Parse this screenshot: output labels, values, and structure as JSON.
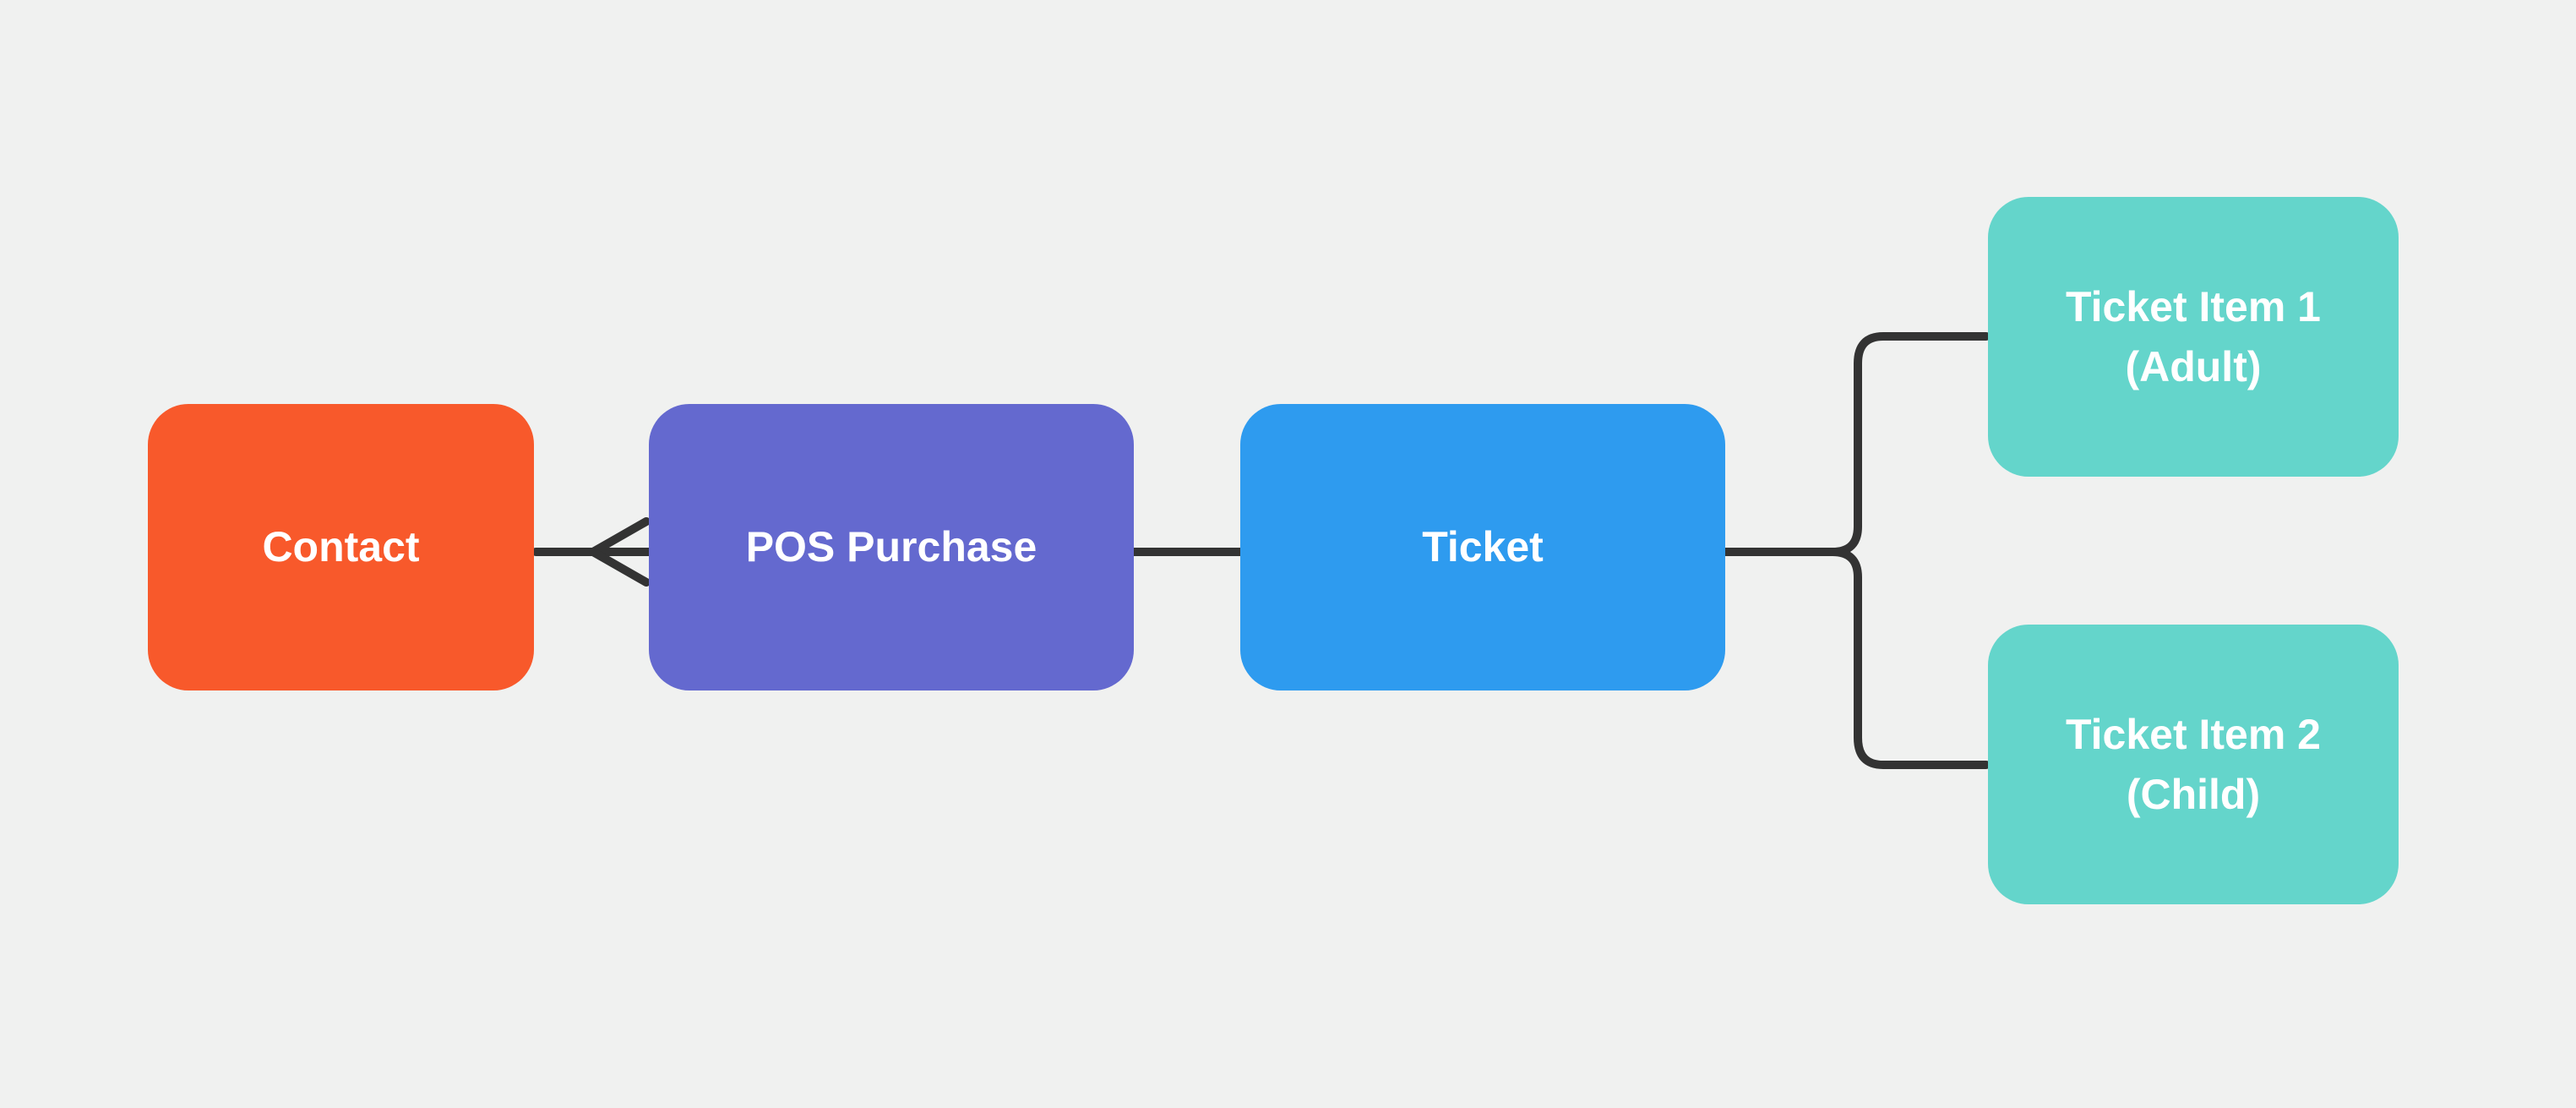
{
  "canvas": {
    "background_color": "#F0F1F0",
    "connector_color": "#333333",
    "text_color": "#FFFFFF"
  },
  "nodes": [
    {
      "id": "contact",
      "label_lines": [
        "Contact"
      ],
      "color": "#F8592B"
    },
    {
      "id": "pos-purchase",
      "label_lines": [
        "POS Purchase"
      ],
      "color": "#6469CF"
    },
    {
      "id": "ticket",
      "label_lines": [
        "Ticket"
      ],
      "color": "#2E9BEF"
    },
    {
      "id": "ticket-item-1",
      "label_lines": [
        "Ticket Item 1",
        "(Adult)"
      ],
      "color": "#64D5CB"
    },
    {
      "id": "ticket-item-2",
      "label_lines": [
        "Ticket Item 2",
        "(Child)"
      ],
      "color": "#64D5CB"
    }
  ],
  "edges": [
    {
      "id": "contact-to-pos-purchase",
      "from": "contact",
      "to": "pos-purchase",
      "marker_at_to": "crows-foot-many"
    },
    {
      "id": "pos-purchase-to-ticket",
      "from": "pos-purchase",
      "to": "ticket",
      "marker_at_to": "none"
    },
    {
      "id": "ticket-to-ticket-item-1",
      "from": "ticket",
      "to": "ticket-item-1",
      "marker_at_to": "none"
    },
    {
      "id": "ticket-to-ticket-item-2",
      "from": "ticket",
      "to": "ticket-item-2",
      "marker_at_to": "none"
    }
  ]
}
